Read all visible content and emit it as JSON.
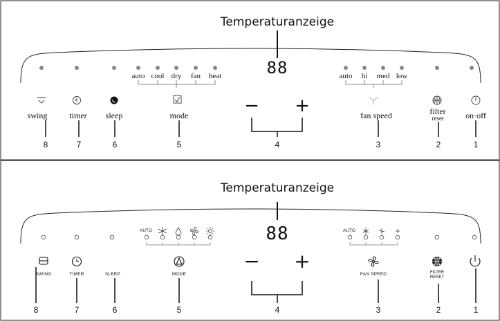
{
  "panels": [
    {
      "title": "Temperaturanzeige",
      "display": "88",
      "minus": "−",
      "plus": "+",
      "mode_options": [
        "auto",
        "cool",
        "dry",
        "fan",
        "heat"
      ],
      "speed_options": [
        "auto",
        "hi",
        "med",
        "low"
      ],
      "buttons": [
        {
          "label": "swing",
          "number": "8",
          "icon": "swing-icon"
        },
        {
          "label": "timer",
          "number": "7",
          "icon": "timer-icon"
        },
        {
          "label": "sleep",
          "number": "6",
          "icon": "sleep-icon"
        },
        {
          "label": "mode",
          "number": "5",
          "icon": "mode-icon"
        },
        {
          "label": "fan speed",
          "number": "3",
          "icon": "fan-speed-icon"
        },
        {
          "label": "filter",
          "sublabel": "reset",
          "number": "2",
          "icon": "filter-icon"
        },
        {
          "label": "on·off",
          "number": "1",
          "icon": "power-icon"
        }
      ],
      "temp_number": "4"
    },
    {
      "title": "Temperaturanzeige",
      "display": "88",
      "minus": "−",
      "plus": "+",
      "mode_options_text": [
        "AUTO"
      ],
      "mode_icons": [
        "snowflake-icon",
        "drop-icon",
        "fan-icon",
        "sun-icon"
      ],
      "speed_options_text": [
        "AUTO"
      ],
      "speed_icons": [
        "fan-high-icon",
        "fan-med-icon",
        "fan-low-icon"
      ],
      "buttons": [
        {
          "label": "SWING",
          "number": "8",
          "icon": "swing-icon"
        },
        {
          "label": "TIMER",
          "number": "7",
          "icon": "timer-icon"
        },
        {
          "label": "SLEEP",
          "number": "6",
          "icon": "moon-icon"
        },
        {
          "label": "MODE",
          "number": "5",
          "icon": "mode-icon"
        },
        {
          "label": "FAN SPEED",
          "number": "3",
          "icon": "fan-speed-icon"
        },
        {
          "label": "FILTER",
          "sublabel": "RESET",
          "number": "2",
          "icon": "filter-icon"
        },
        {
          "label": "",
          "number": "1",
          "icon": "power-icon"
        }
      ],
      "temp_number": "4"
    }
  ],
  "colors": {
    "line": "#111111",
    "led": "#888888",
    "led_outline": "#444444"
  }
}
